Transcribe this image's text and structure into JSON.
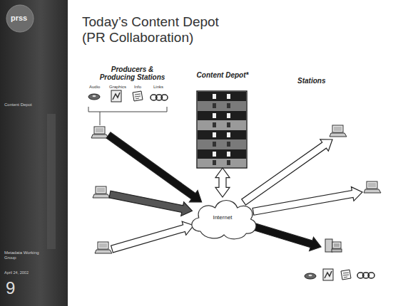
{
  "diagram": {
    "title": "Today’s Content Depot (PR Collaboration)",
    "nodes": [
      {
        "text": [
          "Producers & Producing Stations"
        ]
      },
      {
        "text": [
          "Content Depot*"
        ]
      },
      {
        "text": [
          "Internet"
        ]
      },
      {
        "text": [
          "Stations"
        ]
      }
    ],
    "edges": [
      {
        "from": 0,
        "to": 2,
        "arrow": "to"
      },
      {
        "from": 0,
        "to": 2,
        "arrow": "to"
      },
      {
        "from": 0,
        "to": 2,
        "arrow": "to"
      },
      {
        "from": 1,
        "to": 2,
        "arrow": "both"
      },
      {
        "from": 2,
        "to": 3,
        "arrow": "to"
      },
      {
        "from": 2,
        "to": 3,
        "arrow": "to"
      },
      {
        "from": 2,
        "to": 3,
        "arrow": "to"
      }
    ],
    "labels": [
      "prss",
      "Content Depot",
      "Audio",
      "Graphics",
      "Info",
      "Links",
      "Metadata Working Group",
      "April 24, 2002",
      "9"
    ]
  }
}
